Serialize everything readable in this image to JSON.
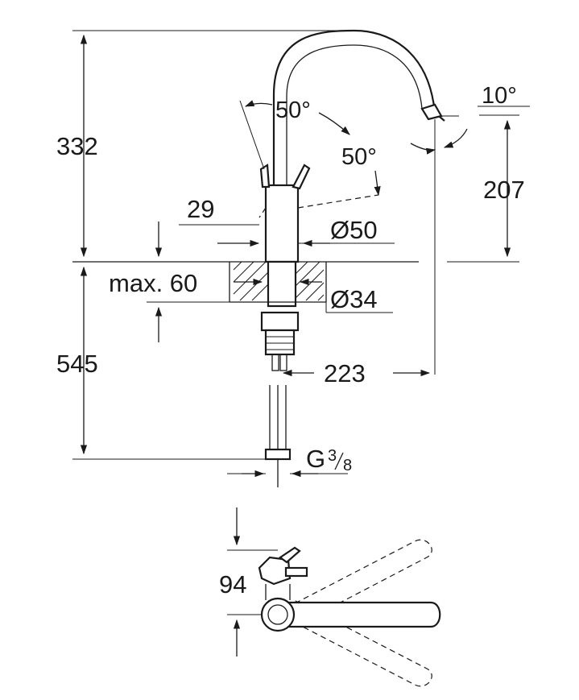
{
  "dimensions": {
    "overall_height": "332",
    "spout_height": "207",
    "below_deck_length": "545",
    "body_diameter": "Ø50",
    "hole_diameter": "Ø34",
    "lever_offset": "29",
    "max_deck_thickness": "max. 60",
    "spout_reach": "223",
    "connection_thread_prefix": "G",
    "connection_thread_num": "3",
    "connection_thread_den": "8",
    "top_view_depth": "94"
  },
  "angles": {
    "lever_left": "50°",
    "lever_right": "50°",
    "spout_tilt": "10°"
  }
}
